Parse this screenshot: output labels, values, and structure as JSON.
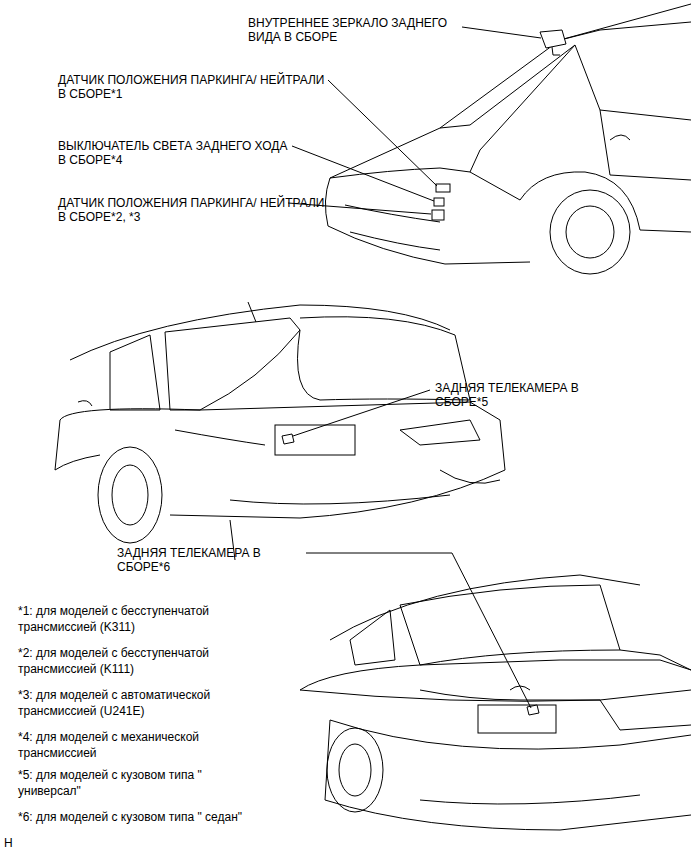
{
  "diagram": {
    "labels": [
      "ВНУТРЕННЕЕ ЗЕРКАЛО ЗАДНЕГО ВИДА В СБОРЕ",
      "ДАТЧИК ПОЛОЖЕНИЯ ПАРКИНГА/ НЕЙТРАЛИ В СБОРЕ*1",
      "ВЫКЛЮЧАТЕЛЬ СВЕТА ЗАДНЕГО ХОДА В СБОРЕ*4",
      "ДАТЧИК ПОЛОЖЕНИЯ ПАРКИНГА/ НЕЙТРАЛИ В СБОРЕ*2, *3",
      "ЗАДНЯЯ ТЕЛЕКАМЕРА В СБОРЕ*5",
      "ЗАДНЯЯ ТЕЛЕКАМЕРА В СБОРЕ*6",
      "*1: для моделей с бесступенчатой трансмиссией (K311)",
      "*2: для моделей с бесступенчатой трансмиссией (K111)",
      "*3: для моделей с автоматической трансмиссией (U241E)",
      "*4: для моделей с механической трансмиссией",
      "*5: для моделей с кузовом типа \" универсал\"",
      "*6: для моделей с кузовом типа \" седан\"",
      "H"
    ]
  }
}
